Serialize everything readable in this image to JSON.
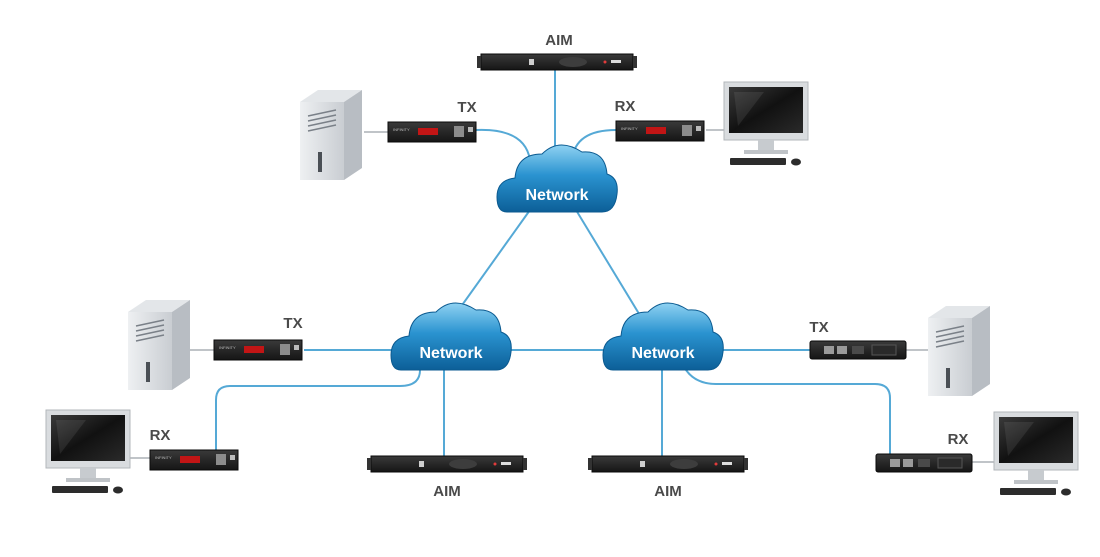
{
  "labels": {
    "aim_top": "AIM",
    "aim_bottom_left": "AIM",
    "aim_bottom_right": "AIM",
    "tx_top": "TX",
    "rx_top": "RX",
    "tx_left": "TX",
    "rx_left": "RX",
    "tx_right": "TX",
    "rx_right": "RX"
  },
  "clouds": {
    "top": "Network",
    "left": "Network",
    "right": "Network"
  },
  "device_brand": "INFINITY",
  "colors": {
    "link": "#55a9d6",
    "cloud_dark": "#0f74b3",
    "cloud_light": "#7ec8ec",
    "device": "#1e1e1e",
    "label": "#4a4a4a"
  }
}
